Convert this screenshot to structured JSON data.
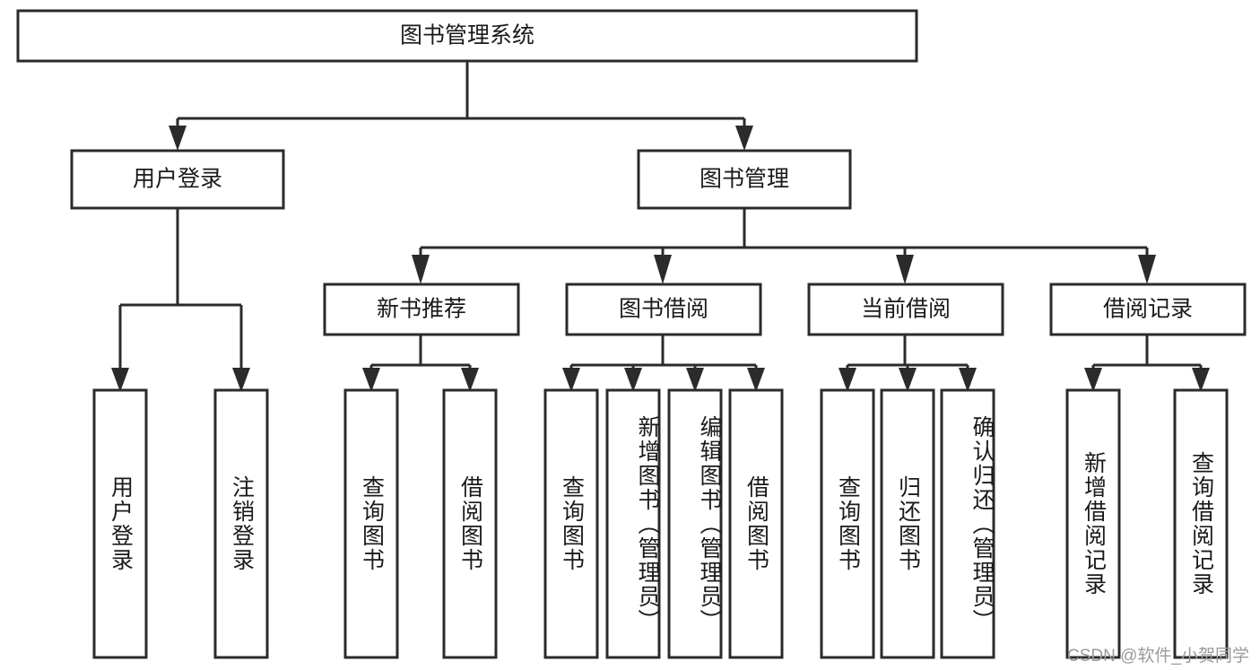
{
  "diagram": {
    "title": "图书管理系统",
    "watermark": "CSDN @软件_小贺同学",
    "type": "tree-hierarchy",
    "colors": {
      "background": "#ffffff",
      "box_fill": "#ffffff",
      "box_stroke": "#2b2b2b",
      "text": "#1a1a1a",
      "watermark": "#9a9a9a"
    },
    "levels": {
      "level1": [
        {
          "id": "root",
          "label": "图书管理系统"
        }
      ],
      "level2": [
        {
          "id": "user-login",
          "label": "用户登录",
          "parent": "root"
        },
        {
          "id": "book-manage",
          "label": "图书管理",
          "parent": "root"
        }
      ],
      "level3": [
        {
          "id": "new-book-rec",
          "label": "新书推荐",
          "parent": "book-manage"
        },
        {
          "id": "book-borrow",
          "label": "图书借阅",
          "parent": "book-manage"
        },
        {
          "id": "current-borrow",
          "label": "当前借阅",
          "parent": "book-manage"
        },
        {
          "id": "borrow-record",
          "label": "借阅记录",
          "parent": "book-manage"
        }
      ],
      "leaves": [
        {
          "id": "leaf-user-login",
          "label": "用户登录",
          "parent": "user-login"
        },
        {
          "id": "leaf-logout-login",
          "label": "注销登录",
          "parent": "user-login"
        },
        {
          "id": "leaf-query-book-1",
          "label": "查询图书",
          "parent": "new-book-rec"
        },
        {
          "id": "leaf-borrow-book-1",
          "label": "借阅图书",
          "parent": "new-book-rec"
        },
        {
          "id": "leaf-query-book-2",
          "label": "查询图书",
          "parent": "book-borrow"
        },
        {
          "id": "leaf-add-book",
          "label": "新增图书（管理员）",
          "parent": "book-borrow"
        },
        {
          "id": "leaf-edit-book",
          "label": "编辑图书（管理员）",
          "parent": "book-borrow"
        },
        {
          "id": "leaf-borrow-book-2",
          "label": "借阅图书",
          "parent": "book-borrow"
        },
        {
          "id": "leaf-query-book-3",
          "label": "查询图书",
          "parent": "current-borrow"
        },
        {
          "id": "leaf-return-book",
          "label": "归还图书",
          "parent": "current-borrow"
        },
        {
          "id": "leaf-confirm-return",
          "label": "确认归还（管理员）",
          "parent": "current-borrow"
        },
        {
          "id": "leaf-add-record",
          "label": "新增借阅记录",
          "parent": "borrow-record"
        },
        {
          "id": "leaf-query-record",
          "label": "查询借阅记录",
          "parent": "borrow-record"
        }
      ]
    }
  }
}
